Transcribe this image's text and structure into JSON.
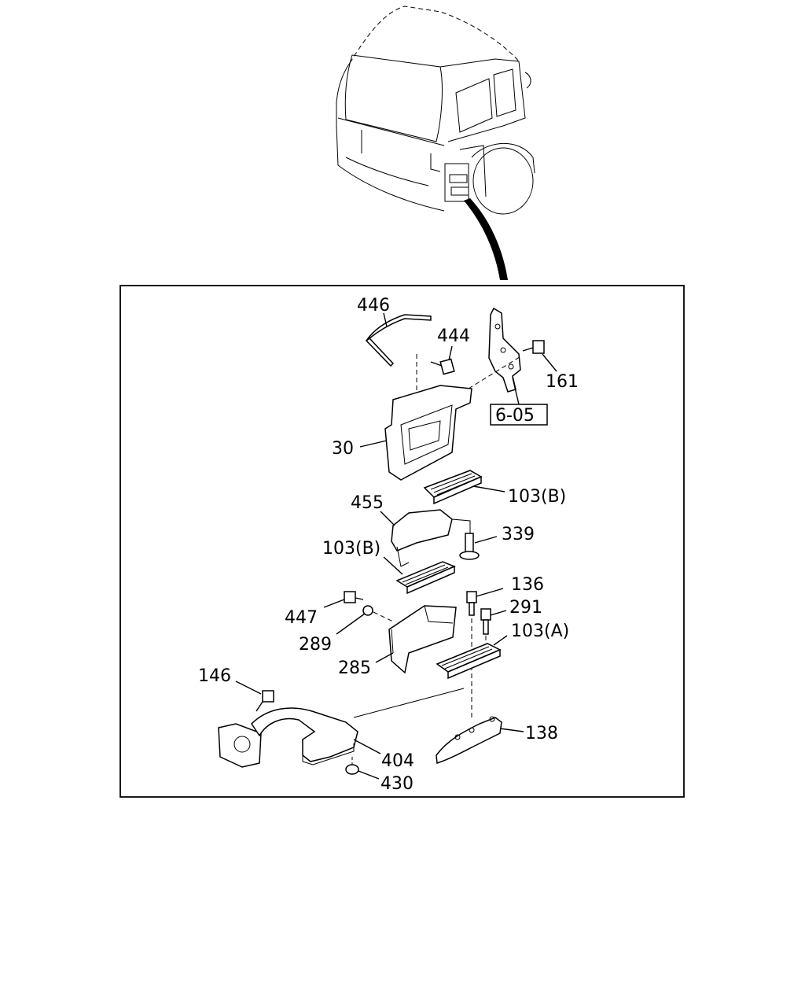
{
  "callouts": {
    "c446": "446",
    "c444": "444",
    "c161": "161",
    "c605": "6-05",
    "c30": "30",
    "c103b_1": "103(B)",
    "c455": "455",
    "c339": "339",
    "c103b_2": "103(B)",
    "c136": "136",
    "c291": "291",
    "c447": "447",
    "c103a": "103(A)",
    "c289": "289",
    "c285": "285",
    "c146": "146",
    "c138": "138",
    "c404": "404",
    "c430": "430"
  }
}
